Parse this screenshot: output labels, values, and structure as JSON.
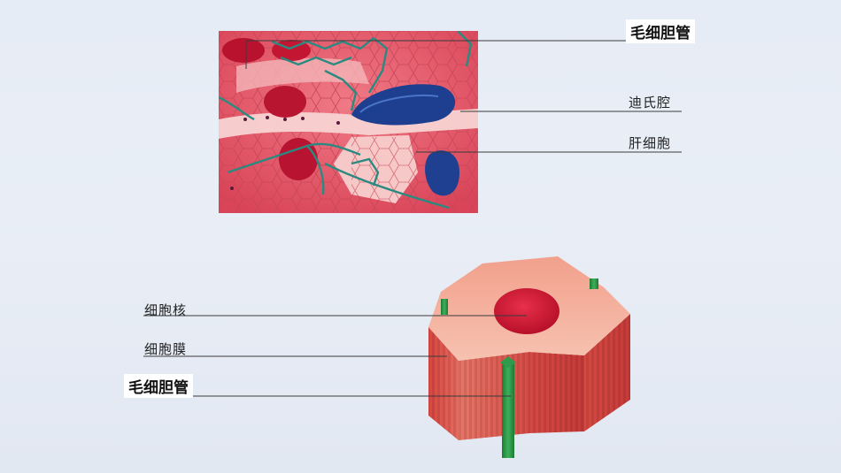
{
  "labels": {
    "bile_canaliculus_top": "毛细胆管",
    "space_of_disse": "迪氏腔",
    "hepatocyte": "肝细胞",
    "nucleus": "细胞核",
    "cell_membrane": "细胞膜",
    "bile_canaliculus_bottom": "毛细胆管"
  },
  "colors": {
    "tissue_pink": "#e85a6a",
    "cell_light": "#f6c9c8",
    "nucleus_red": "#c8102e",
    "blood_blue": "#1e3f8f",
    "canaliculus_teal": "#2b8a80",
    "canaliculus_green": "#2f9a4a"
  }
}
